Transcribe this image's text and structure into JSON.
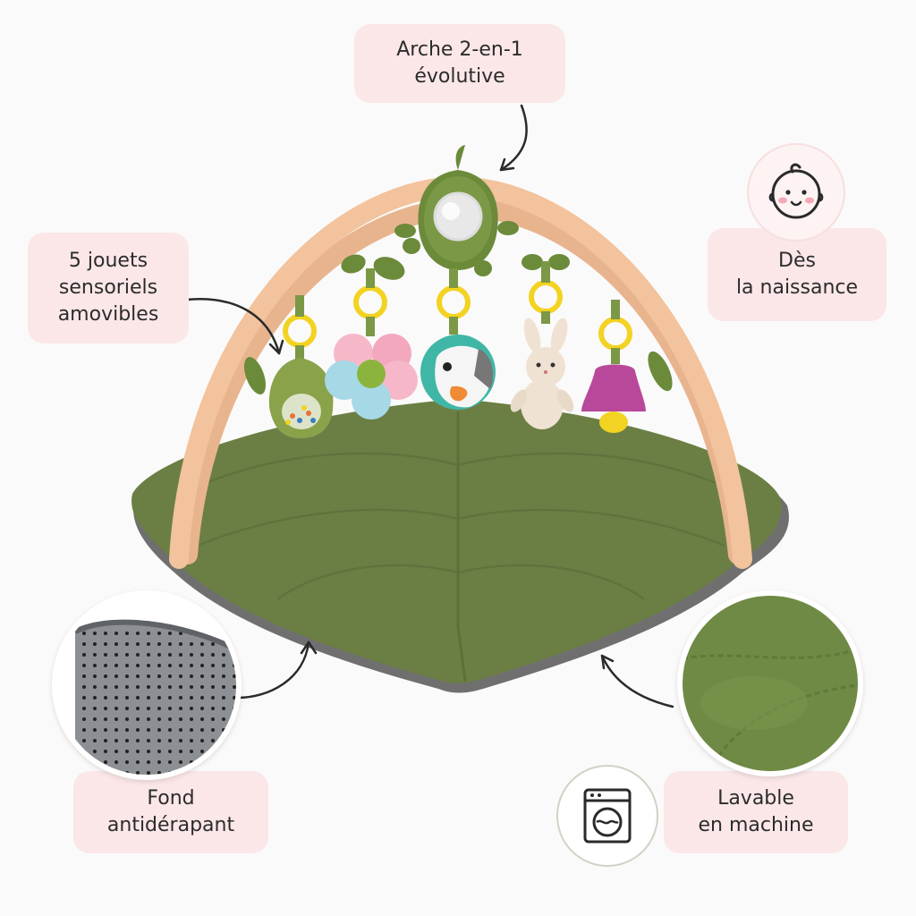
{
  "labels": {
    "arch": [
      "Arche 2-en-1",
      "évolutive"
    ],
    "toys": [
      "5 jouets",
      "sensoriels",
      "amovibles"
    ],
    "birth": [
      "Dès",
      "la naissance"
    ],
    "non_slip": [
      "Fond",
      "antidérapant"
    ],
    "washable": [
      "Lavable",
      "en machine"
    ]
  },
  "colors": {
    "pill": "#fbe7e8",
    "mat_green": "#6b7f45",
    "arch_peach": "#f2c39c",
    "text": "#2c2c2c"
  },
  "icons": [
    "baby-face-icon",
    "washing-machine-icon"
  ]
}
